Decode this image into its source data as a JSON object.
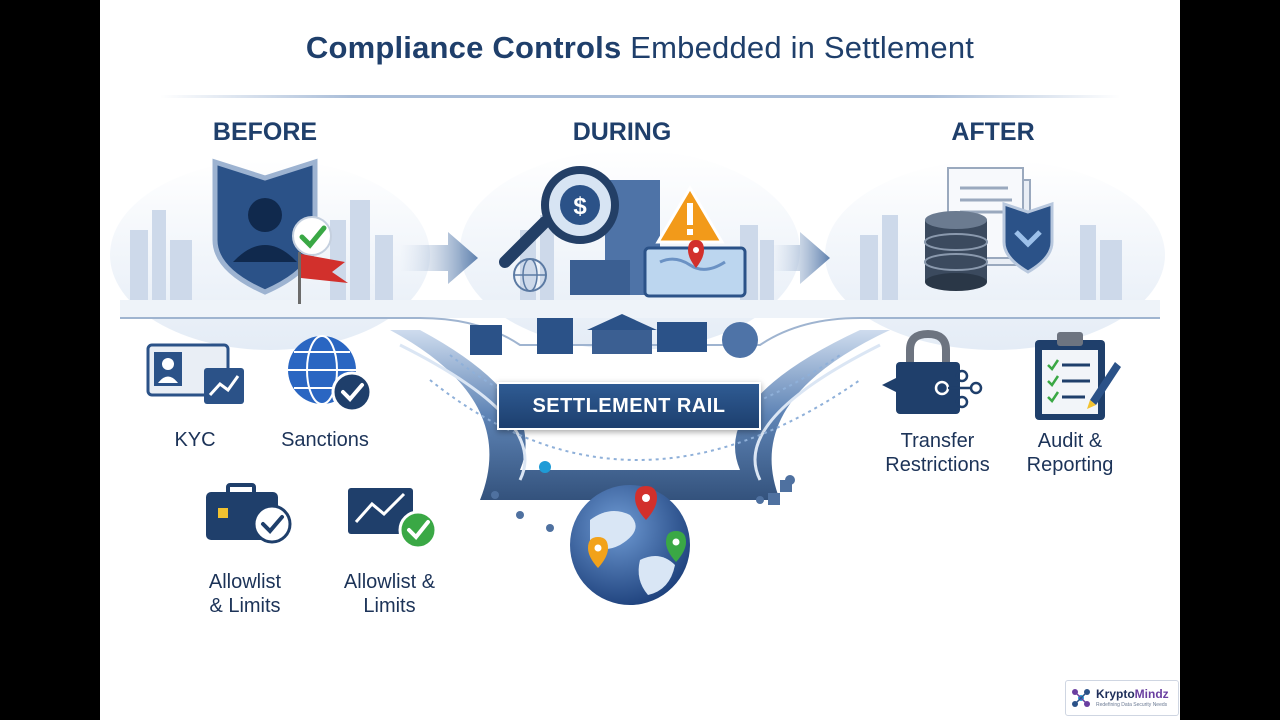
{
  "title": {
    "bold": "Compliance Controls",
    "rest": " Embedded in Settlement"
  },
  "phases": {
    "before": "BEFORE",
    "during": "DURING",
    "after": "AFTER"
  },
  "rail_label": "SETTLEMENT RAIL",
  "before_controls": {
    "kyc": "KYC",
    "sanctions": "Sanctions",
    "allowlist_1": [
      "Allowlist",
      "& Limits"
    ],
    "allowlist_2": [
      "Allowlist &",
      "Limits"
    ]
  },
  "after_controls": {
    "transfer": [
      "Transfer",
      "Restrictions"
    ],
    "audit": [
      "Audit &",
      "Reporting"
    ]
  },
  "logo": {
    "brand_a": "Krypto",
    "brand_b": "Mindz",
    "tagline": "Redefining Data Security Needs"
  },
  "colors": {
    "navy": "#1f3f6b",
    "check_green": "#3aa845",
    "flag_red": "#d2302c",
    "warning_orange": "#f29a1a"
  }
}
